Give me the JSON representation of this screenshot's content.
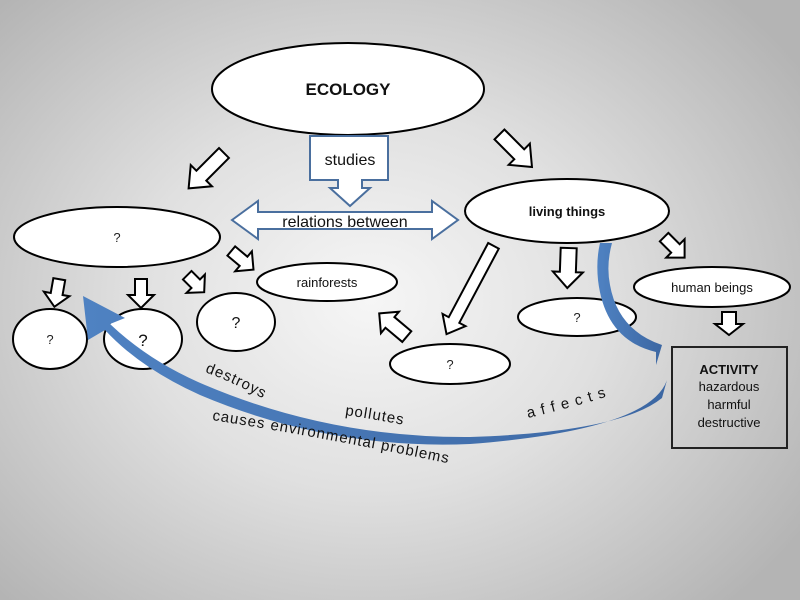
{
  "title": "ECOLOGY",
  "studies_label": "studies",
  "relations_label": "relations between",
  "nodes": {
    "left_main": "?",
    "left_child_1": "?",
    "left_child_2": "?",
    "left_child_3": "?",
    "rainforests": "rainforests",
    "living_things": "living things",
    "living_child": "?",
    "bottom_center": "?",
    "human_beings": "human beings"
  },
  "activity": {
    "heading": "ACTIVITY",
    "lines": [
      "hazardous",
      "harmful",
      "destructive"
    ]
  },
  "curve_labels": {
    "destroys": "destroys",
    "pollutes": "pollutes",
    "affects": "a f f e c t s",
    "causes": "causes environmental problems"
  },
  "colors": {
    "blue_arrow": "#4a7ab8",
    "blue_outline": "#4a6f9e"
  }
}
